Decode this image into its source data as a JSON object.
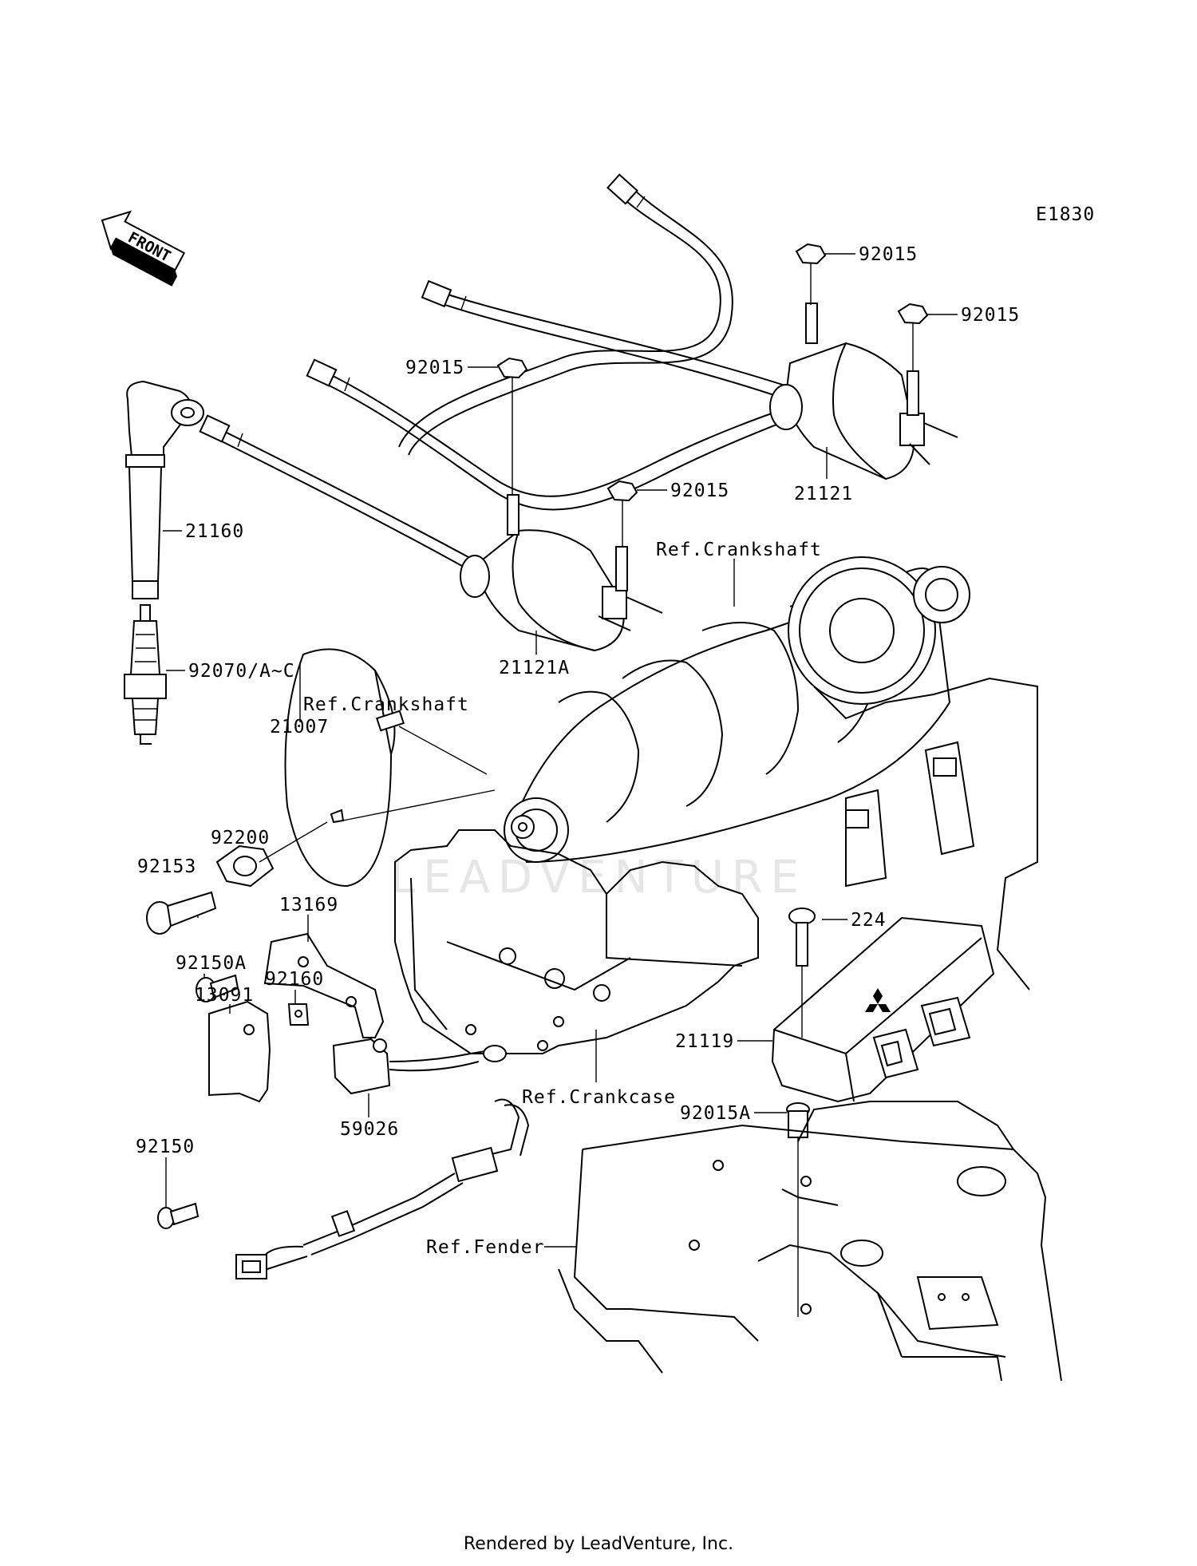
{
  "diagram_id": "E1830",
  "front_label": "FRONT",
  "footer": "Rendered by LeadVenture, Inc.",
  "watermark": "LEADVENTURE",
  "callouts": [
    {
      "id": "c-92015-a",
      "text": "92015"
    },
    {
      "id": "c-92015-b",
      "text": "92015"
    },
    {
      "id": "c-92015-c",
      "text": "92015"
    },
    {
      "id": "c-92015-d",
      "text": "92015"
    },
    {
      "id": "c-21121",
      "text": "21121"
    },
    {
      "id": "c-21121a",
      "text": "21121A"
    },
    {
      "id": "c-21160",
      "text": "21160"
    },
    {
      "id": "c-92070",
      "text": "92070/A~C"
    },
    {
      "id": "c-ref-crank-1",
      "text": "Ref.Crankshaft"
    },
    {
      "id": "c-ref-crank-2",
      "text": "Ref.Crankshaft"
    },
    {
      "id": "c-21007",
      "text": "21007"
    },
    {
      "id": "c-92200",
      "text": "92200"
    },
    {
      "id": "c-92153",
      "text": "92153"
    },
    {
      "id": "c-13169",
      "text": "13169"
    },
    {
      "id": "c-92150a",
      "text": "92150A"
    },
    {
      "id": "c-224",
      "text": "224"
    },
    {
      "id": "c-21119",
      "text": "21119"
    },
    {
      "id": "c-92160",
      "text": "92160"
    },
    {
      "id": "c-13091",
      "text": "13091"
    },
    {
      "id": "c-ref-crankcase",
      "text": "Ref.Crankcase"
    },
    {
      "id": "c-92015a",
      "text": "92015A"
    },
    {
      "id": "c-59026",
      "text": "59026"
    },
    {
      "id": "c-92150",
      "text": "92150"
    },
    {
      "id": "c-ref-fender",
      "text": "Ref.Fender"
    }
  ]
}
